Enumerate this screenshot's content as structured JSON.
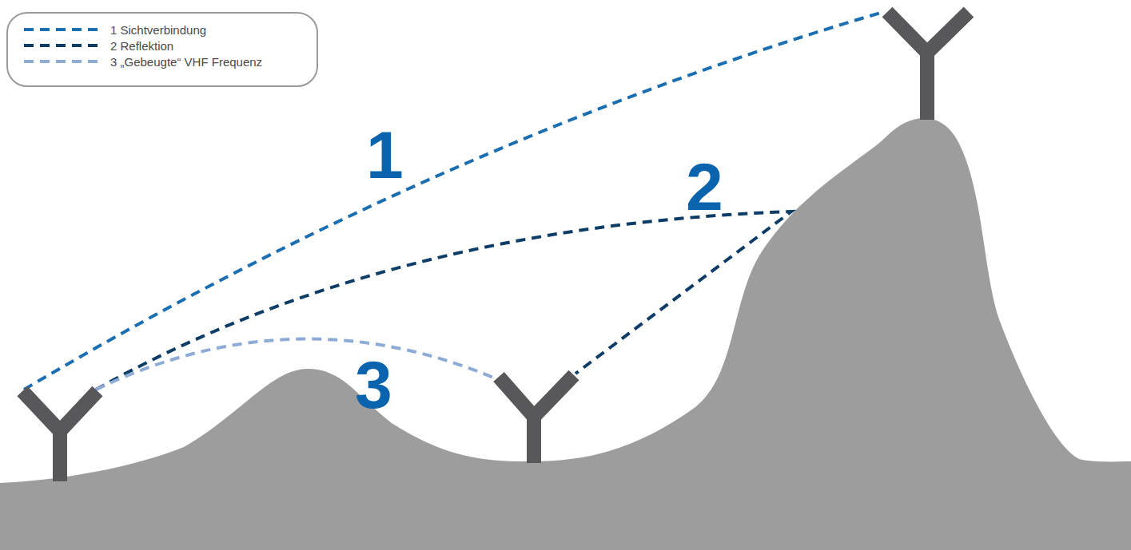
{
  "diagram": {
    "labels": [
      "1",
      "2",
      "3"
    ],
    "legend": [
      {
        "text": "1 Sichtverbindung"
      },
      {
        "text": "2 Reflektion"
      },
      {
        "text": "3 „Gebeugte“ VHF Frequenz"
      }
    ]
  }
}
